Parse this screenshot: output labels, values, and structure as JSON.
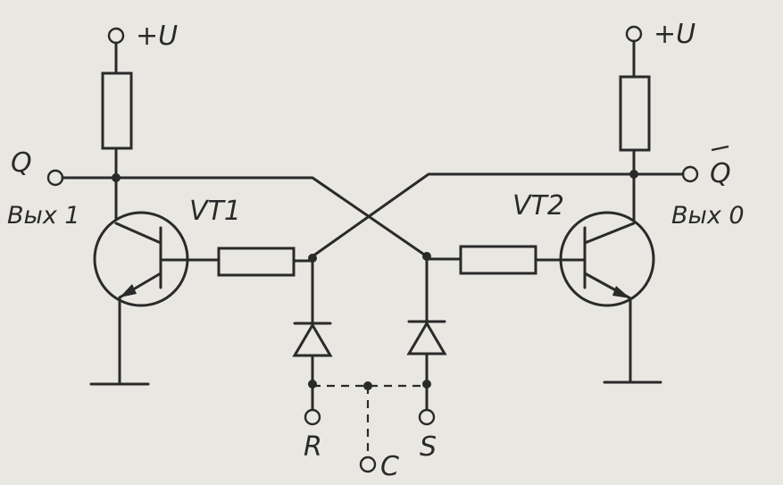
{
  "supply": {
    "left_label": "+U",
    "right_label": "+U"
  },
  "outputs": {
    "left": {
      "name": "Q",
      "pin": "Вых 1"
    },
    "right": {
      "name": "Q",
      "pin": "Вых 0",
      "overbar": true
    }
  },
  "transistors": {
    "left": "VT1",
    "right": "VT2"
  },
  "inputs": {
    "reset": "R",
    "set": "S",
    "clock": "C"
  },
  "colors": {
    "ink": "#2a2a2a",
    "paper": "#e9e7e2"
  }
}
